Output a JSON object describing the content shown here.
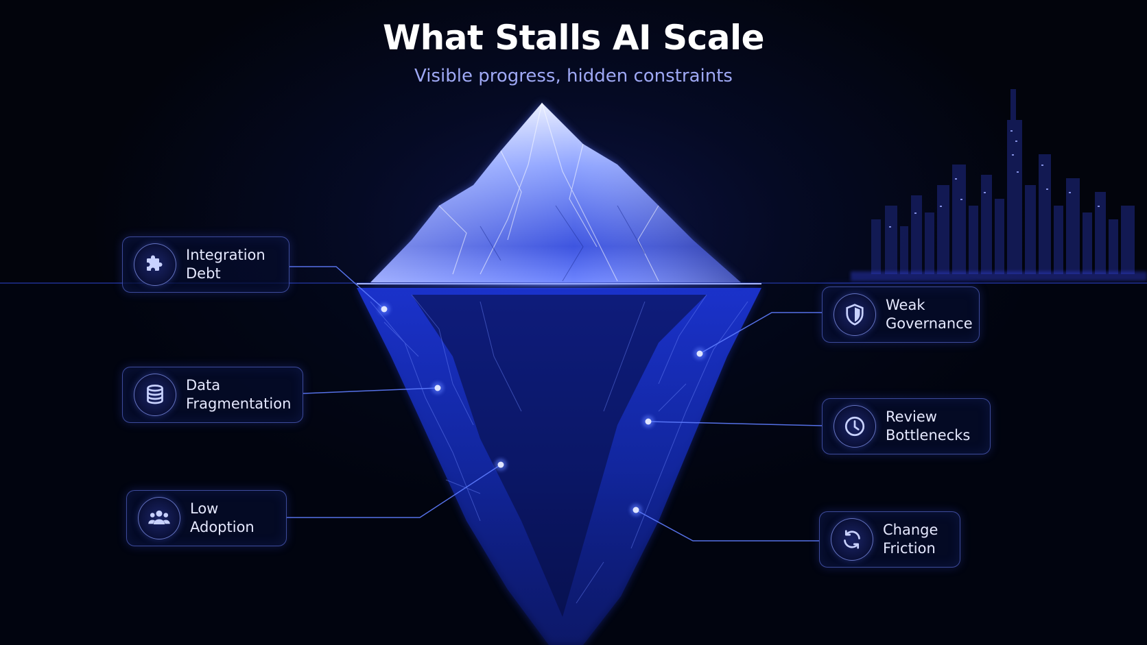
{
  "header": {
    "title": "What Stalls AI Scale",
    "subtitle": "Visible progress, hidden constraints"
  },
  "constraints": [
    {
      "line1": "Integration",
      "line2": "Debt",
      "icon": "puzzle-icon"
    },
    {
      "line1": "Data",
      "line2": "Fragmentation",
      "icon": "database-icon"
    },
    {
      "line1": "Low",
      "line2": "Adoption",
      "icon": "users-icon"
    },
    {
      "line1": "Weak",
      "line2": "Governance",
      "icon": "shield-icon"
    },
    {
      "line1": "Review",
      "line2": "Bottlenecks",
      "icon": "clock-icon"
    },
    {
      "line1": "Change",
      "line2": "Friction",
      "icon": "refresh-icon"
    }
  ],
  "colors": {
    "background": "#02040c",
    "accent": "#3a5cff",
    "card_border": "#6e82ff",
    "subtitle": "#9fa9f5",
    "text": "#e6e9ff"
  }
}
